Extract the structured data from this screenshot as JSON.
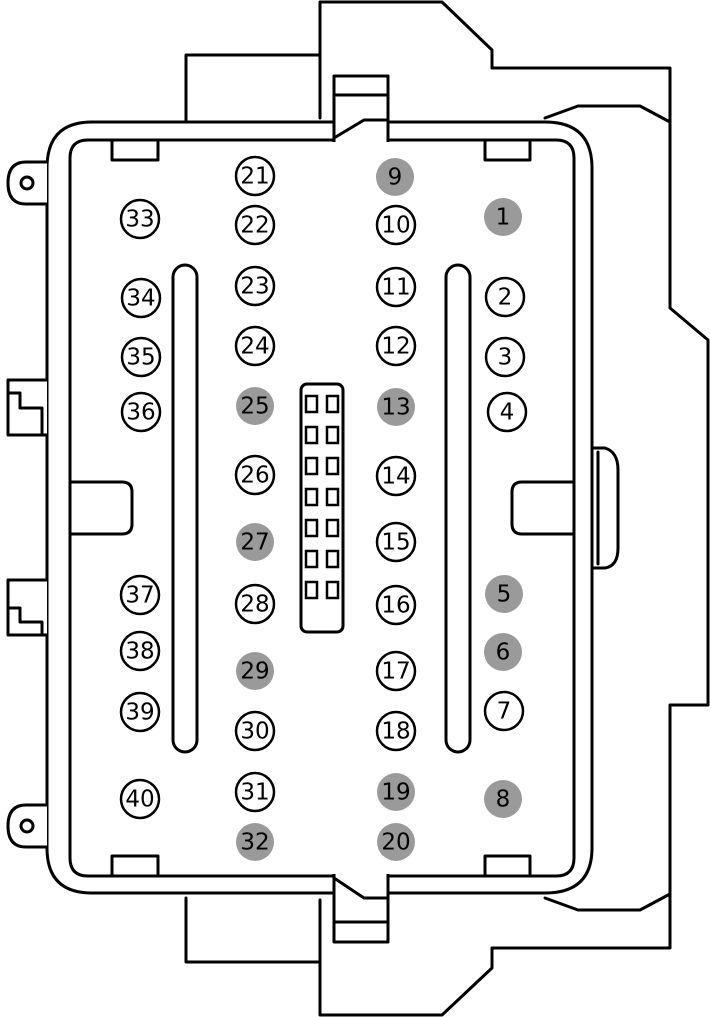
{
  "colors": {
    "outline": "#000000",
    "background": "#ffffff",
    "pin_open": "#ffffff",
    "pin_used": "#9a9a9a"
  },
  "pins": [
    {
      "label": "1",
      "used": true
    },
    {
      "label": "2",
      "used": false
    },
    {
      "label": "3",
      "used": false
    },
    {
      "label": "4",
      "used": false
    },
    {
      "label": "5",
      "used": true
    },
    {
      "label": "6",
      "used": true
    },
    {
      "label": "7",
      "used": false
    },
    {
      "label": "8",
      "used": true
    },
    {
      "label": "9",
      "used": true
    },
    {
      "label": "10",
      "used": false
    },
    {
      "label": "11",
      "used": false
    },
    {
      "label": "12",
      "used": false
    },
    {
      "label": "13",
      "used": true
    },
    {
      "label": "14",
      "used": false
    },
    {
      "label": "15",
      "used": false
    },
    {
      "label": "16",
      "used": false
    },
    {
      "label": "17",
      "used": false
    },
    {
      "label": "18",
      "used": false
    },
    {
      "label": "19",
      "used": true
    },
    {
      "label": "20",
      "used": true
    },
    {
      "label": "21",
      "used": false
    },
    {
      "label": "22",
      "used": false
    },
    {
      "label": "23",
      "used": false
    },
    {
      "label": "24",
      "used": false
    },
    {
      "label": "25",
      "used": true
    },
    {
      "label": "26",
      "used": false
    },
    {
      "label": "27",
      "used": true
    },
    {
      "label": "28",
      "used": false
    },
    {
      "label": "29",
      "used": true
    },
    {
      "label": "30",
      "used": false
    },
    {
      "label": "31",
      "used": false
    },
    {
      "label": "32",
      "used": true
    },
    {
      "label": "33",
      "used": false
    },
    {
      "label": "34",
      "used": false
    },
    {
      "label": "35",
      "used": false
    },
    {
      "label": "36",
      "used": false
    },
    {
      "label": "37",
      "used": false
    },
    {
      "label": "38",
      "used": false
    },
    {
      "label": "39",
      "used": false
    },
    {
      "label": "40",
      "used": false
    }
  ]
}
